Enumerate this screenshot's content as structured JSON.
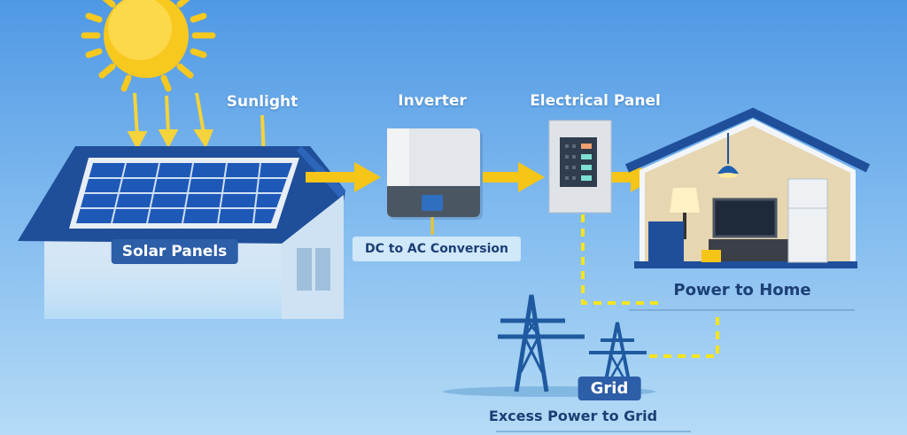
{
  "labels": {
    "sunlight": "Sunlight",
    "solar_panels": "Solar Panels",
    "inverter": "Inverter",
    "conversion": "DC to AC Conversion",
    "electrical_panel": "Electrical Panel",
    "power_to_home": "Power to Home",
    "grid": "Grid",
    "excess_power": "Excess Power to Grid"
  },
  "colors": {
    "sky": "#5aa0e6",
    "sun": "#f7c81e",
    "flow_arrow": "#f5c518",
    "roof": "#1f4f9a",
    "label_dark": "#1c3f74",
    "label_box": "#2d5ea8"
  }
}
